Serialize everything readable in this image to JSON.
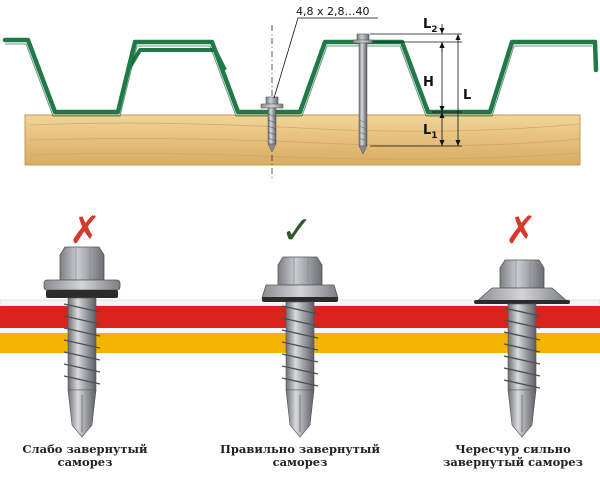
{
  "top_diagram": {
    "screw_spec": "4,8 x 2,8…40",
    "dim_L2": "L",
    "dim_L2_sub": "2",
    "dim_H": "H",
    "dim_L": "L",
    "dim_L1": "L",
    "dim_L1_sub": "1"
  },
  "bottom_diagram": {
    "cases": [
      {
        "mark": "✗",
        "mark_color": "#d63a2a",
        "caption_line1": "Слабо завернутый",
        "caption_line2": "саморез"
      },
      {
        "mark": "✓",
        "mark_color": "#2c5a2a",
        "caption_line1": "Правильно завернутый",
        "caption_line2": "саморез"
      },
      {
        "mark": "✗",
        "mark_color": "#d63a2a",
        "caption_line1": "Чересчур сильно",
        "caption_line2": "завернутый саморез"
      }
    ]
  },
  "colors": {
    "sheet_green": "#1f7a48",
    "wood": "#e8c684",
    "red_layer": "#d9241c",
    "yellow_layer": "#f2b400"
  }
}
